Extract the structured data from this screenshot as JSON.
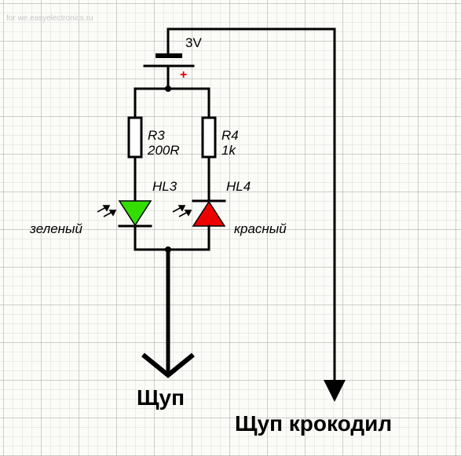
{
  "watermark": "for we.easyelectronics.ru",
  "battery": {
    "voltage": "3V",
    "polarity": "+"
  },
  "resistors": [
    {
      "ref": "R3",
      "value": "200R"
    },
    {
      "ref": "R4",
      "value": "1k"
    }
  ],
  "leds": [
    {
      "ref": "HL3",
      "color_name": "зеленый",
      "fill": "#33dd00"
    },
    {
      "ref": "HL4",
      "color_name": "красный",
      "fill": "#ee0000"
    }
  ],
  "probes": {
    "probe": "Щуп",
    "clip_probe": "Щуп крокодил"
  }
}
